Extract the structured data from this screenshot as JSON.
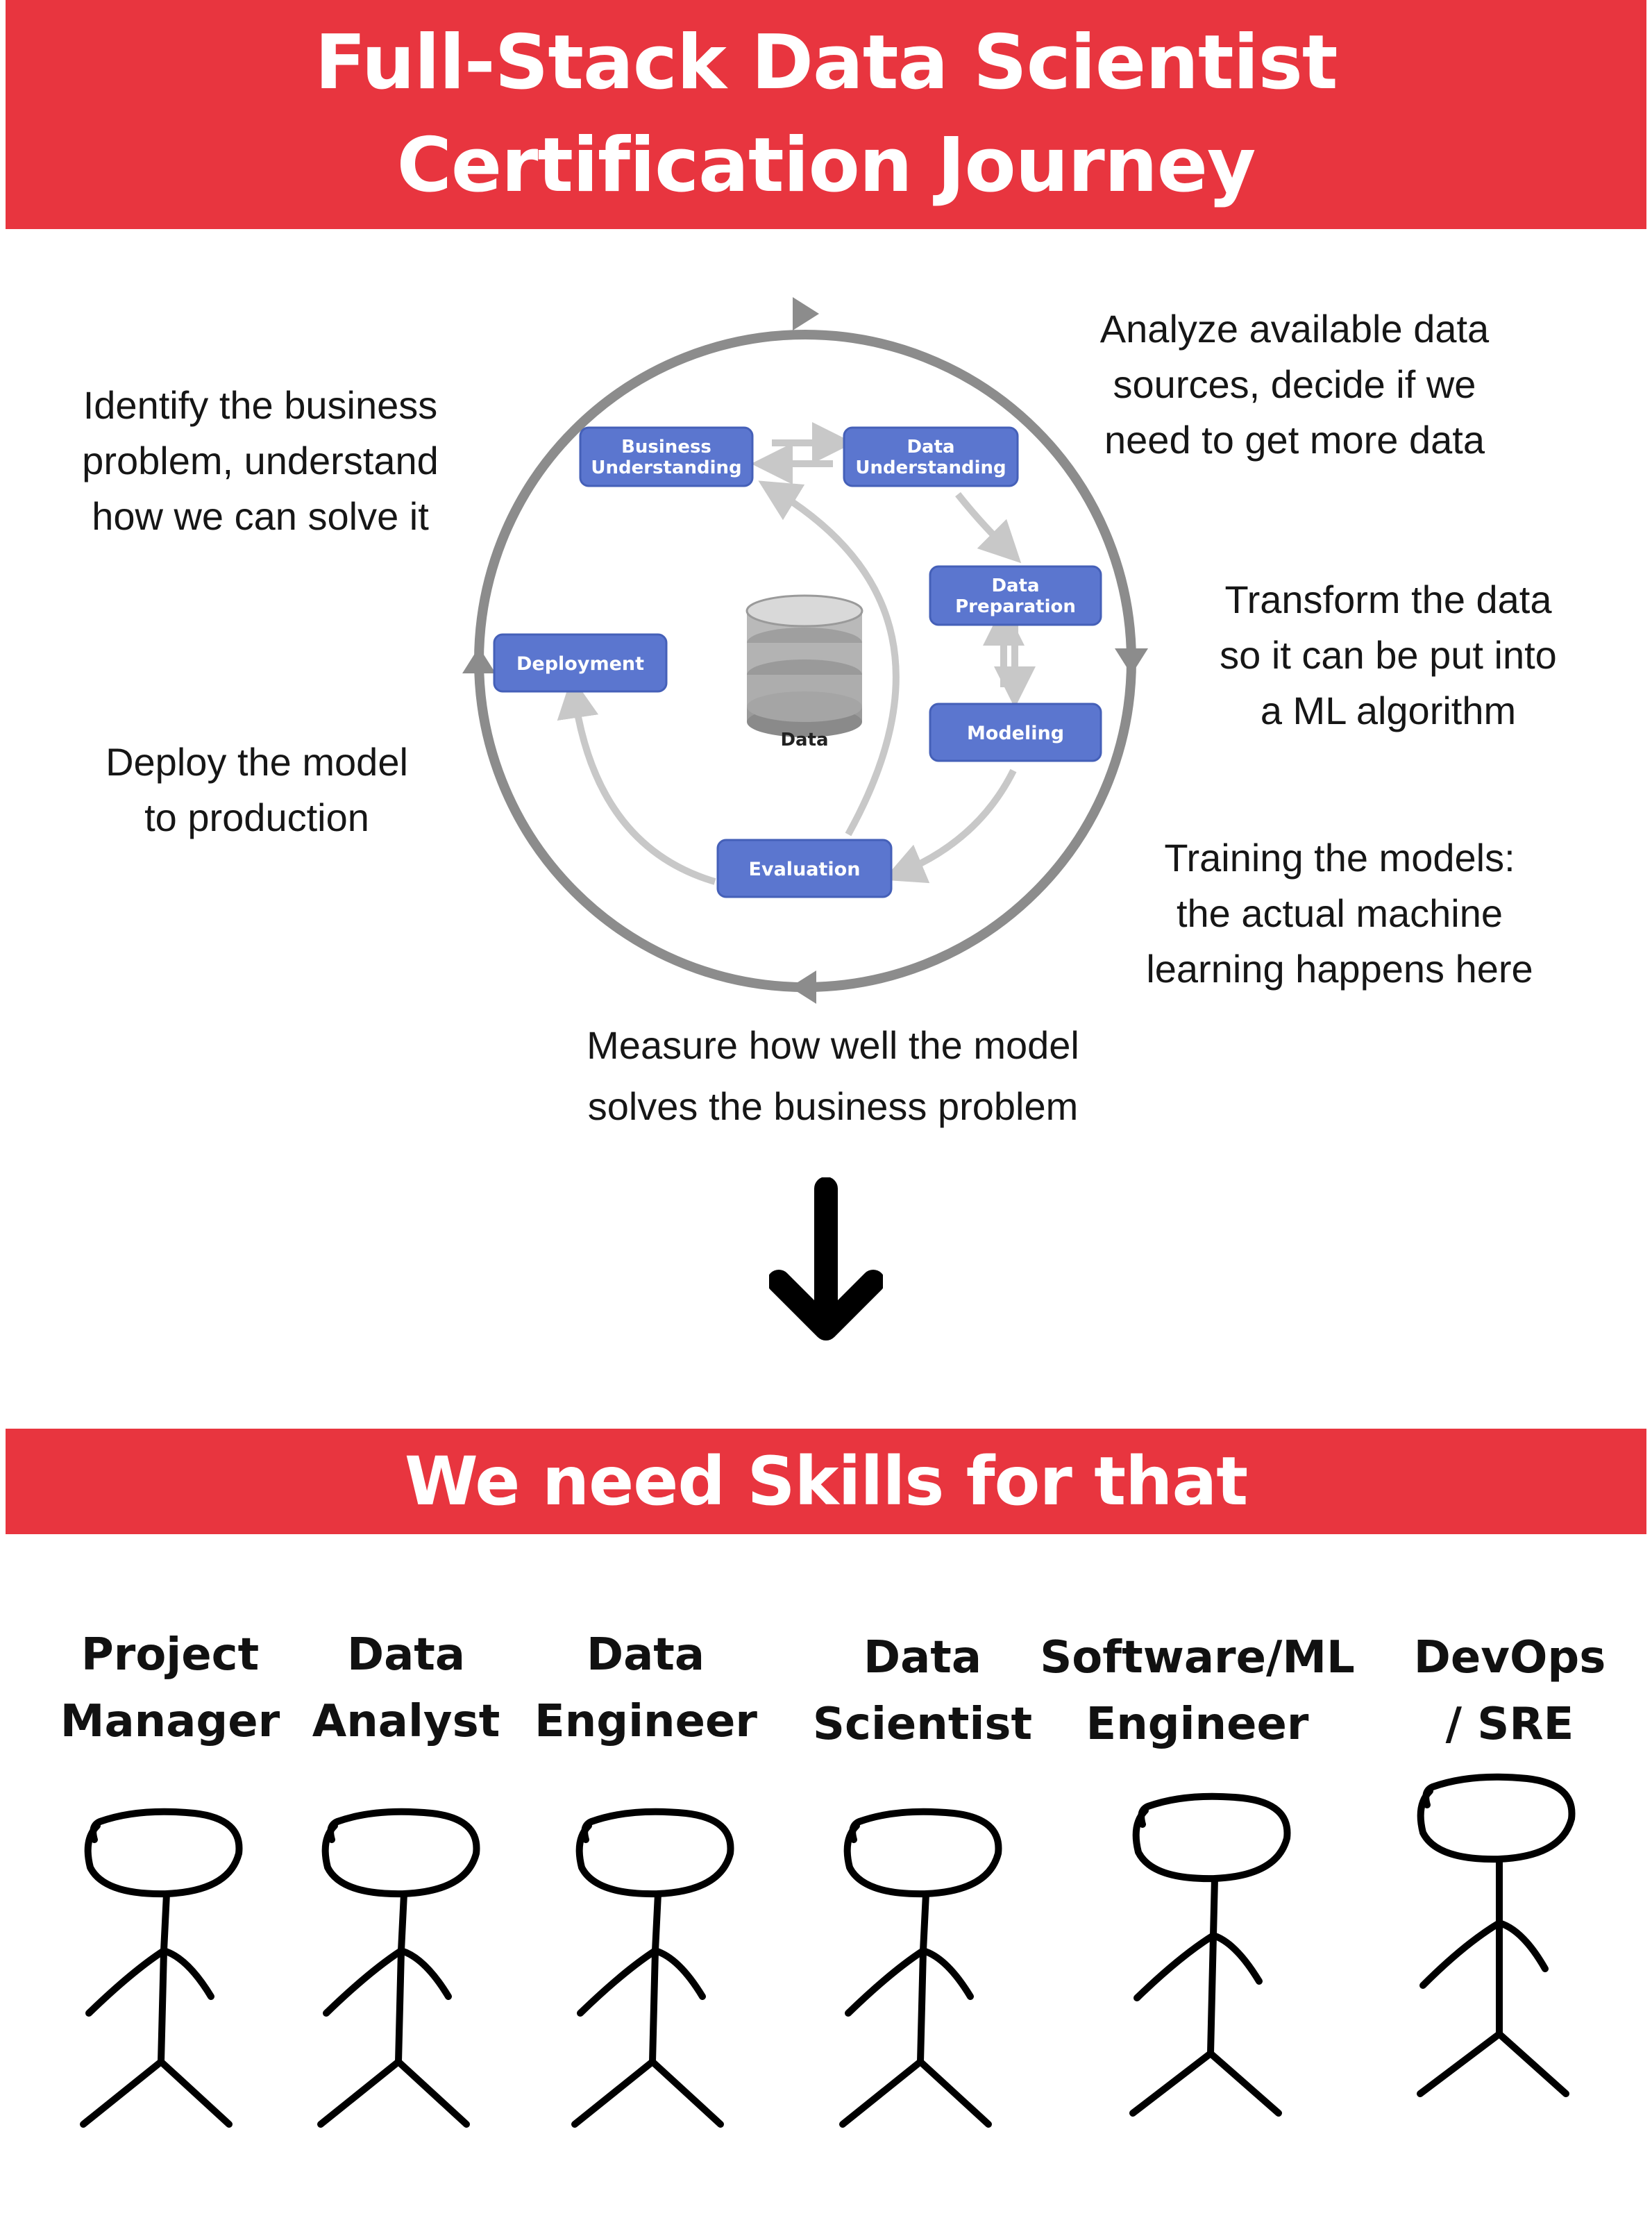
{
  "title": {
    "line1": "Full-Stack Data Scientist",
    "line2": "Certification Journey"
  },
  "cycle": {
    "center_label": "Data",
    "boxes": {
      "business": [
        "Business",
        "Understanding"
      ],
      "data_understanding": [
        "Data",
        "Understanding"
      ],
      "data_preparation": [
        "Data",
        "Preparation"
      ],
      "modeling": "Modeling",
      "evaluation": "Evaluation",
      "deployment": "Deployment"
    }
  },
  "annotations": {
    "business": [
      "Identify the business",
      "problem, understand",
      "how we can solve it"
    ],
    "data_understanding": [
      "Analyze available  data",
      "sources, decide  if we",
      "need to get more  data"
    ],
    "data_preparation": [
      "Transform the data",
      "so  it can be put into",
      "a ML  algorithm"
    ],
    "deployment": [
      "Deploy the model",
      "to production"
    ],
    "modeling": [
      "Training the models:",
      "the actual machine",
      "learning happens here"
    ],
    "evaluation": [
      "Measure how well  the model",
      "solves the business problem"
    ]
  },
  "skills_banner": "We need Skills for that",
  "roles": [
    [
      "Project",
      "Manager"
    ],
    [
      "Data",
      "Analyst"
    ],
    [
      "Data",
      "Engineer"
    ],
    [
      "Data",
      "Scientist"
    ],
    [
      "Software/ML",
      "Engineer"
    ],
    [
      "DevOps",
      "/  SRE"
    ]
  ],
  "colors": {
    "banner": "#e8353f",
    "process_box": "#5b76cf",
    "cycle_ring": "#8c8c8c",
    "inner_arrow": "#c8c8c8"
  }
}
